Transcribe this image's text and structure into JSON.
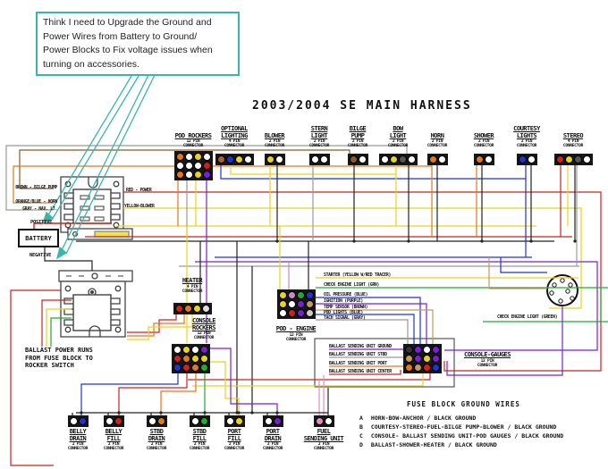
{
  "note": {
    "text": "Think I need to Upgrade the Ground and\nPower Wires from Battery to Ground/\nPower Blocks to Fix voltage issues when\nturning on accessories."
  },
  "title": "2003/2004 SE MAIN HARNESS",
  "colors": {
    "teal": "#3ab5ab",
    "red": "#cc2222",
    "orange": "#e07820",
    "yellow": "#e8d320",
    "blue": "#2233cc",
    "purple": "#7722cc",
    "green": "#22aa33",
    "brown": "#8b5a2b",
    "gray": "#999999",
    "black": "#222222",
    "pink": "#e090c0",
    "tan": "#c09a60"
  },
  "battery": {
    "label": "BATTERY",
    "positive": "POSITIVE",
    "negative": "NEGATIVE"
  },
  "fuse_labels": {
    "left": [
      "BROWN - BILGE PUMP",
      "ORANGE/BLUE - HORN",
      "GRAY - NAV. LT."
    ],
    "right": [
      "RED - POWER",
      "YELLOW-BLOWER"
    ]
  },
  "ballast_note": "BALLAST POWER RUNS\nFROM FUSE BLOCK TO\nROCKER SWITCH",
  "engine_signals": [
    "STARTER (YELLOW W/RED TRACER)",
    "CHECK ENGINE LIGHT (GRN)",
    "OIL PRESSURE (BLUE)",
    "IGNITION (PURPLE)",
    "TEMP SENSOR (BROWN)",
    "POD LIGHTS (BLUE)",
    "TACH SIGNAL (GRAY)"
  ],
  "ballast_sending": [
    "BALLAST SENDING UNIT GROUND",
    "BALLAST SENDING UNIT STBD",
    "BALLAST SENDING UNIT PORT",
    "BALLAST SENDING UNIT CENTER"
  ],
  "check_engine_right": "CHECK ENGINE LIGHT (GREEN)",
  "legend": {
    "title": "FUSE BLOCK GROUND WIRES",
    "items": [
      {
        "key": "A",
        "text": "HORN-BOW-ANCHOR / BLACK GROUND"
      },
      {
        "key": "B",
        "text": "COURTESY-STEREO-FUEL-BILGE PUMP-BLOWER / BLACK GROUND"
      },
      {
        "key": "C",
        "text": "CONSOLE- BALLAST SENDING UNIT-POD GAUGES / BLACK GROUND"
      },
      {
        "key": "D",
        "text": "BALLAST-SHOWER-HEATER / BLACK GROUND"
      }
    ]
  },
  "connectors": {
    "pod_rockers": {
      "name": "POD ROCKERS",
      "sub": "12 PIN\nCONNECTOR",
      "pins": [
        [
          "#e07820",
          "#fff",
          "#e8d320",
          "#fff"
        ],
        [
          "#fff",
          "#fff",
          "#fff",
          "#cc2222"
        ],
        [
          "#e07820",
          "#fff",
          "#e8d320",
          "#7722cc"
        ]
      ]
    },
    "optional_lighting": {
      "name": "OPTIONAL\nLIGHTING",
      "sub": "4 PIN\nCONNECTOR",
      "pins": [
        "#b06030",
        "#2233cc",
        "#e8d320",
        "#fff"
      ]
    },
    "blower": {
      "name": "BLOWER",
      "sub": "2 PIN\nCONNECTOR",
      "pins": [
        "#e8d320",
        "#fff"
      ]
    },
    "stern_light": {
      "name": "STERN\nLIGHT",
      "sub": "2 PIN\nCONNECTOR",
      "pins": [
        "#fff",
        "#fff"
      ]
    },
    "bilge_pump": {
      "name": "BILGE\nPUMP",
      "sub": "2 PIN\nCONNECTOR",
      "pins": [
        "#8b5a2b",
        "#fff"
      ]
    },
    "bow_light": {
      "name": "BOW\nLIGHT",
      "sub": "2 PIN\nCONNECTOR",
      "pins": [
        "#fff",
        "#e8d320",
        "#555",
        "#fff"
      ]
    },
    "horn": {
      "name": "HORN",
      "sub": "2 PIN\nCONNECTOR",
      "pins": [
        "#e07820",
        "#fff"
      ]
    },
    "shower": {
      "name": "SHOWER",
      "sub": "2 PIN\nCONNECTOR",
      "pins": [
        "#e07820",
        "#fff"
      ]
    },
    "courtesy_lights": {
      "name": "COURTESY\nLIGHTS",
      "sub": "2 PIN\nCONNECTOR",
      "pins": [
        "#2233cc",
        "#fff"
      ]
    },
    "stereo": {
      "name": "STEREO",
      "sub": "4 PIN\nCONNECTOR",
      "pins": [
        "#cc2222",
        "#e8d320",
        "#555",
        "#fff"
      ]
    },
    "heater": {
      "name": "HEATER",
      "sub": "4 PIN\nCONNECTOR",
      "pins": [
        "#cc2222",
        "#e07820",
        "#e8d320",
        "#ddd"
      ]
    },
    "console_rockers": {
      "name": "CONSOLE\nROCKERS",
      "sub": "12 PIN\nCONNECTOR",
      "pins": [
        [
          "#fff",
          "#e8d320",
          "#fff",
          "#7722cc"
        ],
        [
          "#cc2222",
          "#e07820",
          "#e8d320",
          "#e8d320"
        ],
        [
          "#2233cc",
          "#cc2222",
          "#e07820",
          "#22aa33"
        ]
      ]
    },
    "pod_engine": {
      "name": "POD - ENGINE",
      "sub": "12 PIN\nCONNECTOR",
      "pins": [
        [
          "#e8d320",
          "#cc88cc",
          "#22aa33",
          "#2233cc"
        ],
        [
          "#e8d320",
          "#fff",
          "#7722cc",
          "#c09a60"
        ],
        [
          "#fff",
          "#cc2222",
          "#7722cc",
          "#ccc"
        ]
      ]
    },
    "console_gauges": {
      "name": "CONSOLE-GAUGES",
      "sub": "12 PIN\nCONNECTOR",
      "pins": [
        [
          "#333",
          "#7722cc",
          "#fff",
          "#7722cc"
        ],
        [
          "#c09a60",
          "#7722cc",
          "#e8d320",
          "#7722cc"
        ],
        [
          "#e07820",
          "#c09a60",
          "#cc2222",
          "#2233cc"
        ]
      ]
    },
    "belly_drain": {
      "name": "BELLY\nDRAIN",
      "sub": "2 PIN\nCONNECTOR",
      "pins": [
        "#fff",
        "#2233cc"
      ]
    },
    "belly_fill": {
      "name": "BELLY\nFILL",
      "sub": "2 PIN\nCONNECTOR",
      "pins": [
        "#fff",
        "#cc2222"
      ]
    },
    "stbd_drain": {
      "name": "STBD\nDRAIN",
      "sub": "2 PIN\nCONNECTOR",
      "pins": [
        "#fff",
        "#e07820"
      ]
    },
    "stbd_fill": {
      "name": "STBD\nFILL",
      "sub": "2 PIN\nCONNECTOR",
      "pins": [
        "#fff",
        "#22aa33"
      ]
    },
    "port_fill": {
      "name": "PORT\nFILL",
      "sub": "2 PIN\nCONNECTOR",
      "pins": [
        "#fff",
        "#e8d320"
      ]
    },
    "port_drain": {
      "name": "PORT\nDRAIN",
      "sub": "2 PIN\nCONNECTOR",
      "pins": [
        "#fff",
        "#7722cc"
      ]
    },
    "fuel_sending": {
      "name": "FUEL\nSENDING UNIT",
      "sub": "2 PIN\nCONNECTOR",
      "pins": [
        "#e090c0",
        "#fff"
      ]
    }
  }
}
